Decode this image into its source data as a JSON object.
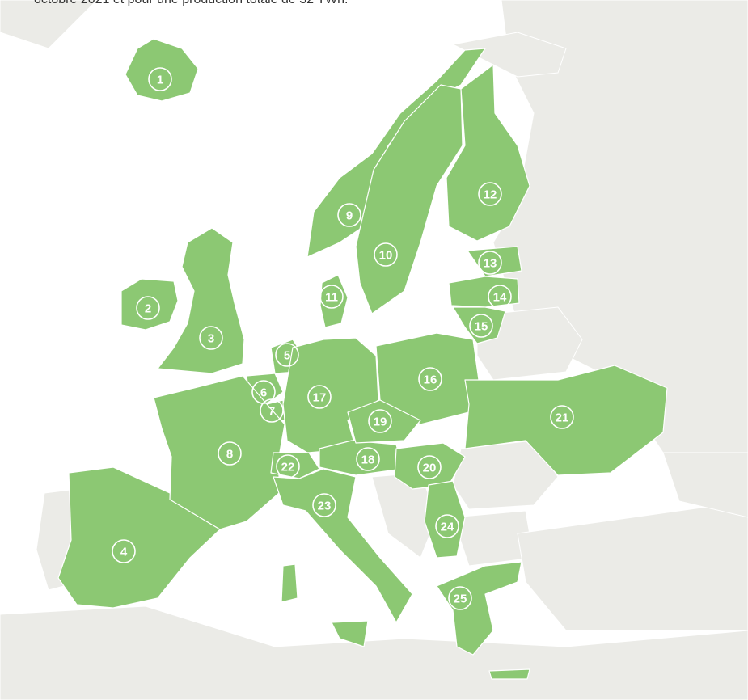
{
  "caption": "octobre 2021 et pour une production totale de 32 TWh.",
  "colors": {
    "sea": "#ffffff",
    "land": "#ebebe7",
    "highlight": "#8cc873",
    "border": "#ffffff",
    "marker": "#ffffff"
  },
  "markers": [
    {
      "label": "1"
    },
    {
      "label": "2"
    },
    {
      "label": "3"
    },
    {
      "label": "4"
    },
    {
      "label": "5"
    },
    {
      "label": "6"
    },
    {
      "label": "7"
    },
    {
      "label": "8"
    },
    {
      "label": "9"
    },
    {
      "label": "10"
    },
    {
      "label": "11"
    },
    {
      "label": "12"
    },
    {
      "label": "13"
    },
    {
      "label": "14"
    },
    {
      "label": "15"
    },
    {
      "label": "16"
    },
    {
      "label": "17"
    },
    {
      "label": "18"
    },
    {
      "label": "19"
    },
    {
      "label": "20"
    },
    {
      "label": "21"
    },
    {
      "label": "22"
    },
    {
      "label": "23"
    },
    {
      "label": "24"
    },
    {
      "label": "25"
    }
  ]
}
